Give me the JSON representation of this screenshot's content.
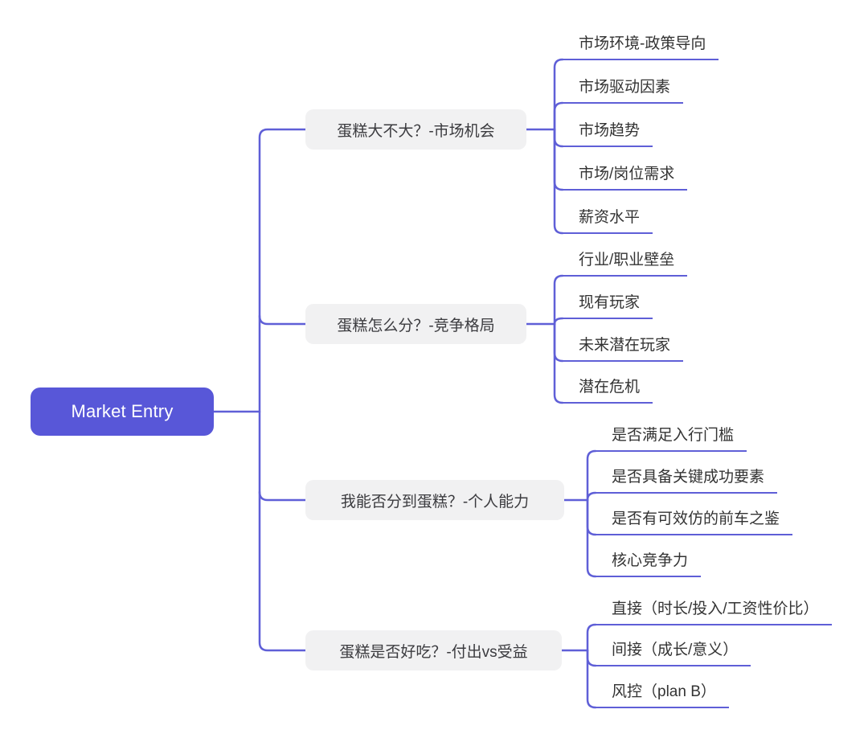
{
  "colors": {
    "line": "#5f5fd7",
    "root_bg": "#5857d8",
    "root_text": "#ffffff",
    "branch_bg": "#f1f1f2",
    "branch_text": "#3b3b3f",
    "leaf_text": "#333333",
    "page_bg": "#ffffff"
  },
  "root": {
    "label": "Market Entry"
  },
  "branches": [
    {
      "label": "蛋糕大不大？-市场机会",
      "children": [
        "市场环境-政策导向",
        "市场驱动因素",
        "市场趋势",
        "市场/岗位需求",
        "薪资水平"
      ]
    },
    {
      "label": "蛋糕怎么分？-竞争格局",
      "children": [
        "行业/职业壁垒",
        "现有玩家",
        "未来潜在玩家",
        "潜在危机"
      ]
    },
    {
      "label": "我能否分到蛋糕？-个人能力",
      "children": [
        "是否满足入行门槛",
        "是否具备关键成功要素",
        "是否有可效仿的前车之鉴",
        "核心竞争力"
      ]
    },
    {
      "label": "蛋糕是否好吃？-付出vs受益",
      "children": [
        "直接（时长/投入/工资性价比）",
        "间接（成长/意义）",
        "风控（plan B）"
      ]
    }
  ]
}
